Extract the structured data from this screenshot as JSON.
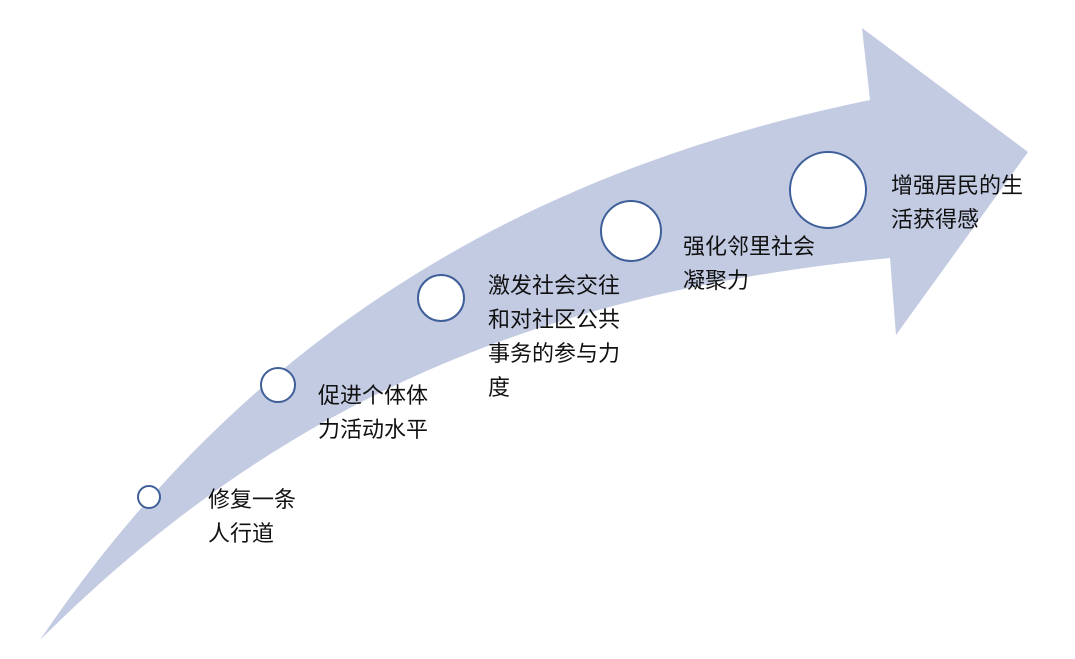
{
  "diagram": {
    "arrow_color": "#c3cbe3",
    "circle_stroke": "#3f5f99",
    "circle_fill": "#ffffff",
    "steps": [
      {
        "line1": "修复一条",
        "line2": "人行道"
      },
      {
        "line1": "促进个体体",
        "line2": "力活动水平"
      },
      {
        "line1": "激发社会交往",
        "line2": "和对社区公共",
        "line3": "事务的参与力",
        "line4": "度"
      },
      {
        "line1": "强化邻里社会",
        "line2": "凝聚力"
      },
      {
        "line1": "增强居民的生",
        "line2": "活获得感"
      }
    ]
  }
}
